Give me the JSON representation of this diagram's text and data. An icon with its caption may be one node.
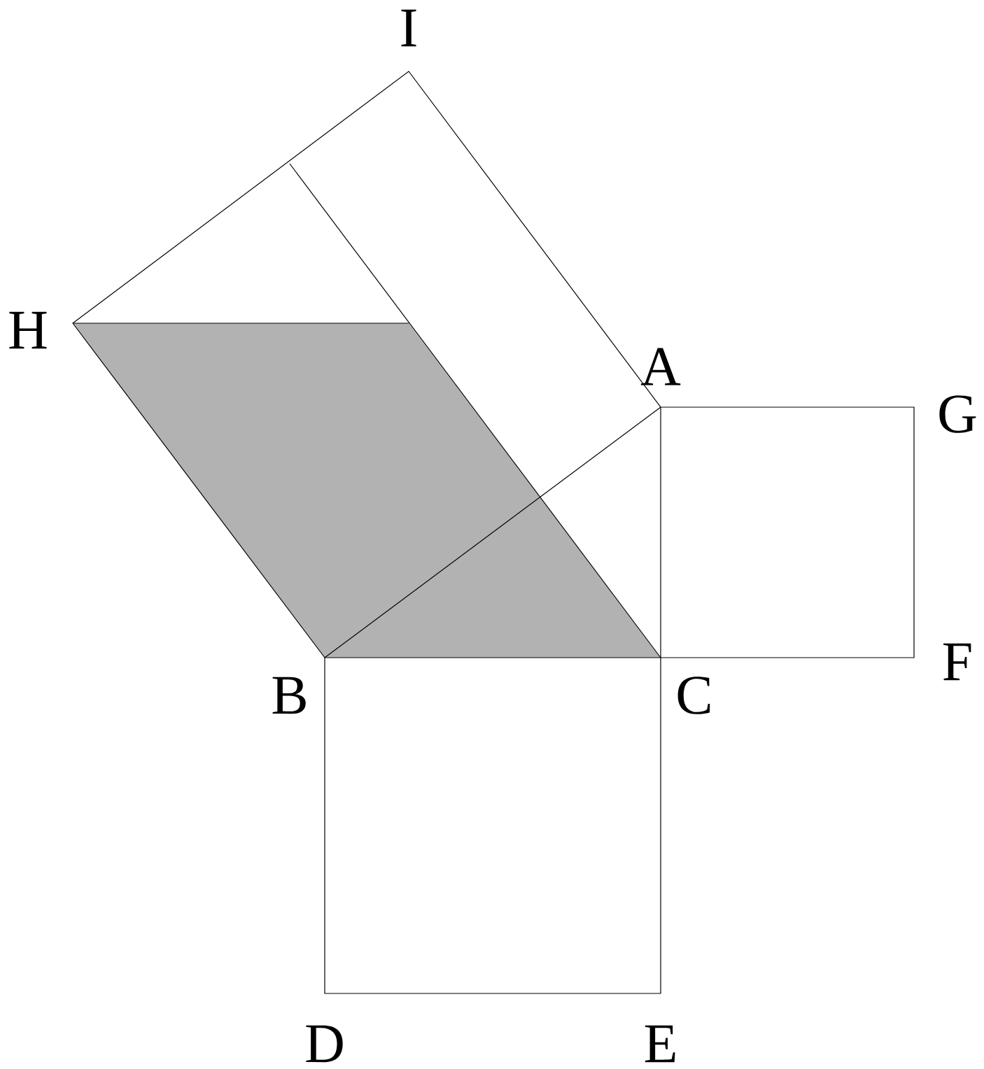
{
  "diagram": {
    "labels": [
      "I",
      "H",
      "A",
      "G",
      "B",
      "C",
      "F",
      "D",
      "E"
    ]
  }
}
